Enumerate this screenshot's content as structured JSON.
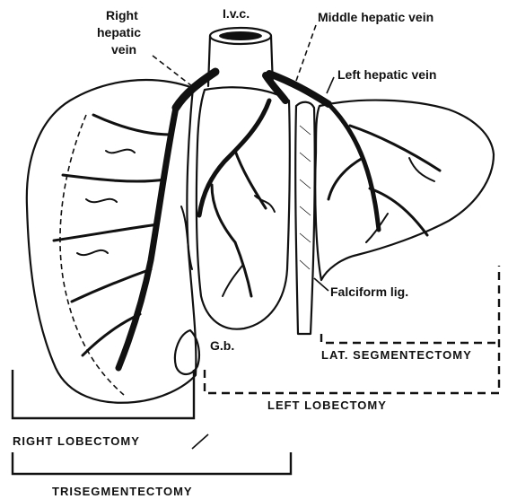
{
  "labels": {
    "right_hepatic_vein": [
      "Right",
      "hepatic",
      "vein"
    ],
    "ivc": "I.v.c.",
    "middle_hepatic_vein": "Middle hepatic vein",
    "left_hepatic_vein": "Left hepatic vein",
    "falciform_lig": "Falciform lig.",
    "gallbladder": "G.b.",
    "lat_segmentectomy": "LAT. SEGMENTECTOMY",
    "left_lobectomy": "LEFT LOBECTOMY",
    "right_lobectomy": "RIGHT LOBECTOMY",
    "trisegmentectomy": "TRISEGMENTECTOMY"
  }
}
